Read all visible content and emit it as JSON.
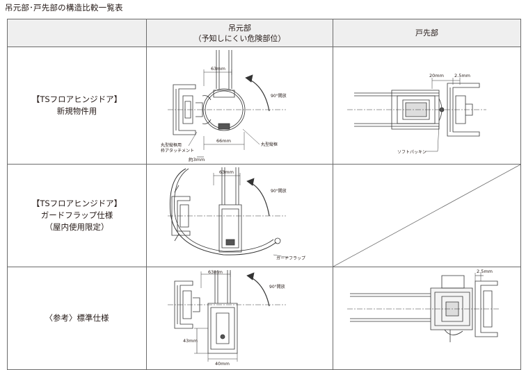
{
  "title": "吊元部･戸先部の構造比較一覧表",
  "header": {
    "col1": "",
    "col2_line1": "吊元部",
    "col2_line2": "（予知しにくい危険部位）",
    "col3": "戸先部"
  },
  "rows": [
    {
      "lines": [
        "【TSフロアヒンジドア】",
        "新規物件用"
      ],
      "hinge": {
        "dim_top": "63mm",
        "dim_bottom": "66mm",
        "dim_gap": "約3mm",
        "angle": "90°開放",
        "label_left_1": "丸型縦框用",
        "label_left_2": "枠アタッチメント",
        "label_right": "丸型縦框"
      },
      "tip": {
        "dim_1": "20mm",
        "dim_2": "2.5mm",
        "label": "ソフトパッキン"
      }
    },
    {
      "lines": [
        "【TSフロアヒンジドア】",
        "ガードフラップ仕様",
        "（屋内使用限定）"
      ],
      "hinge": {
        "dim_top": "63mm",
        "angle": "90°開放",
        "label": "ガードフラップ"
      }
    },
    {
      "lines": [
        "〈参考〉標準仕様"
      ],
      "hinge": {
        "dim_top": "63mm",
        "dim_side": "43mm",
        "dim_bottom": "40mm",
        "angle": "90°開放"
      },
      "tip": {
        "dim_1": "2.5mm"
      }
    }
  ]
}
